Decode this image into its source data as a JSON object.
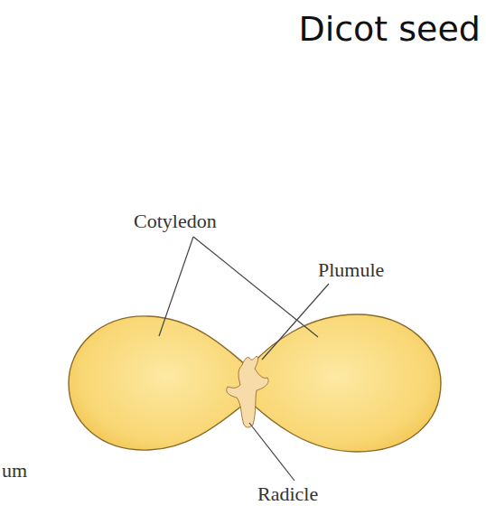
{
  "diagram": {
    "title": "Dicot seed",
    "labels": [
      "Cotyledon",
      "Plumule",
      "Radicle",
      "um"
    ]
  }
}
